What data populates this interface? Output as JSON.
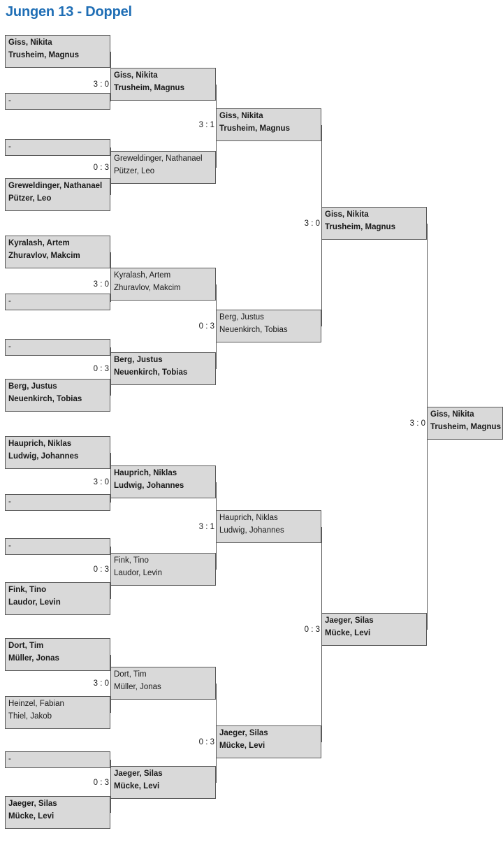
{
  "page": {
    "title": "Jungen 13 - Doppel",
    "title_color": "#1f6eb5",
    "box_fill": "#d9d9d9",
    "box_border": "#595959"
  },
  "labels": {
    "empty": "-"
  },
  "rounds": [
    {
      "name": "round-1",
      "matches": [
        {
          "top": {
            "p1": "Giss, Nikita",
            "p2": "Trusheim, Magnus",
            "winner": true,
            "empty": false
          },
          "bottom": {
            "p1": "-",
            "p2": "",
            "winner": false,
            "empty": true
          },
          "score": "3 : 0"
        },
        {
          "top": {
            "p1": "-",
            "p2": "",
            "winner": false,
            "empty": true
          },
          "bottom": {
            "p1": "Greweldinger, Nathanael",
            "p2": "Pützer, Leo",
            "winner": true,
            "empty": false
          },
          "score": "0 : 3"
        },
        {
          "top": {
            "p1": "Kyralash, Artem",
            "p2": "Zhuravlov, Makcim",
            "winner": true,
            "empty": false
          },
          "bottom": {
            "p1": "-",
            "p2": "",
            "winner": false,
            "empty": true
          },
          "score": "3 : 0"
        },
        {
          "top": {
            "p1": "-",
            "p2": "",
            "winner": false,
            "empty": true
          },
          "bottom": {
            "p1": "Berg, Justus",
            "p2": "Neuenkirch, Tobias",
            "winner": true,
            "empty": false
          },
          "score": "0 : 3"
        },
        {
          "top": {
            "p1": "Hauprich, Niklas",
            "p2": "Ludwig, Johannes",
            "winner": true,
            "empty": false
          },
          "bottom": {
            "p1": "-",
            "p2": "",
            "winner": false,
            "empty": true
          },
          "score": "3 : 0"
        },
        {
          "top": {
            "p1": "-",
            "p2": "",
            "winner": false,
            "empty": true
          },
          "bottom": {
            "p1": "Fink, Tino",
            "p2": "Laudor, Levin",
            "winner": true,
            "empty": false
          },
          "score": "0 : 3"
        },
        {
          "top": {
            "p1": "Dort, Tim",
            "p2": "Müller, Jonas",
            "winner": true,
            "empty": false
          },
          "bottom": {
            "p1": "Heinzel, Fabian",
            "p2": "Thiel, Jakob",
            "winner": false,
            "empty": false
          },
          "score": "3 : 0"
        },
        {
          "top": {
            "p1": "-",
            "p2": "",
            "winner": false,
            "empty": true
          },
          "bottom": {
            "p1": "Jaeger, Silas",
            "p2": "Mücke, Levi",
            "winner": true,
            "empty": false
          },
          "score": "0 : 3"
        }
      ]
    },
    {
      "name": "round-2",
      "matches": [
        {
          "top": {
            "p1": "Giss, Nikita",
            "p2": "Trusheim, Magnus",
            "winner": true,
            "empty": false
          },
          "bottom": {
            "p1": "Greweldinger, Nathanael",
            "p2": "Pützer, Leo",
            "winner": false,
            "empty": false
          },
          "score": "3 : 1"
        },
        {
          "top": {
            "p1": "Kyralash, Artem",
            "p2": "Zhuravlov, Makcim",
            "winner": false,
            "empty": false
          },
          "bottom": {
            "p1": "Berg, Justus",
            "p2": "Neuenkirch, Tobias",
            "winner": true,
            "empty": false
          },
          "score": "0 : 3"
        },
        {
          "top": {
            "p1": "Hauprich, Niklas",
            "p2": "Ludwig, Johannes",
            "winner": true,
            "empty": false
          },
          "bottom": {
            "p1": "Fink, Tino",
            "p2": "Laudor, Levin",
            "winner": false,
            "empty": false
          },
          "score": "3 : 1"
        },
        {
          "top": {
            "p1": "Dort, Tim",
            "p2": "Müller, Jonas",
            "winner": false,
            "empty": false
          },
          "bottom": {
            "p1": "Jaeger, Silas",
            "p2": "Mücke, Levi",
            "winner": true,
            "empty": false
          },
          "score": "0 : 3"
        }
      ]
    },
    {
      "name": "round-3",
      "matches": [
        {
          "top": {
            "p1": "Giss, Nikita",
            "p2": "Trusheim, Magnus",
            "winner": true,
            "empty": false
          },
          "bottom": {
            "p1": "Berg, Justus",
            "p2": "Neuenkirch, Tobias",
            "winner": false,
            "empty": false
          },
          "score": "3 : 0"
        },
        {
          "top": {
            "p1": "Hauprich, Niklas",
            "p2": "Ludwig, Johannes",
            "winner": false,
            "empty": false
          },
          "bottom": {
            "p1": "Jaeger, Silas",
            "p2": "Mücke, Levi",
            "winner": true,
            "empty": false
          },
          "score": "0 : 3"
        }
      ]
    },
    {
      "name": "final",
      "matches": [
        {
          "top": {
            "p1": "Giss, Nikita",
            "p2": "Trusheim, Magnus",
            "winner": true,
            "empty": false
          },
          "score": "3 : 0"
        }
      ]
    }
  ]
}
